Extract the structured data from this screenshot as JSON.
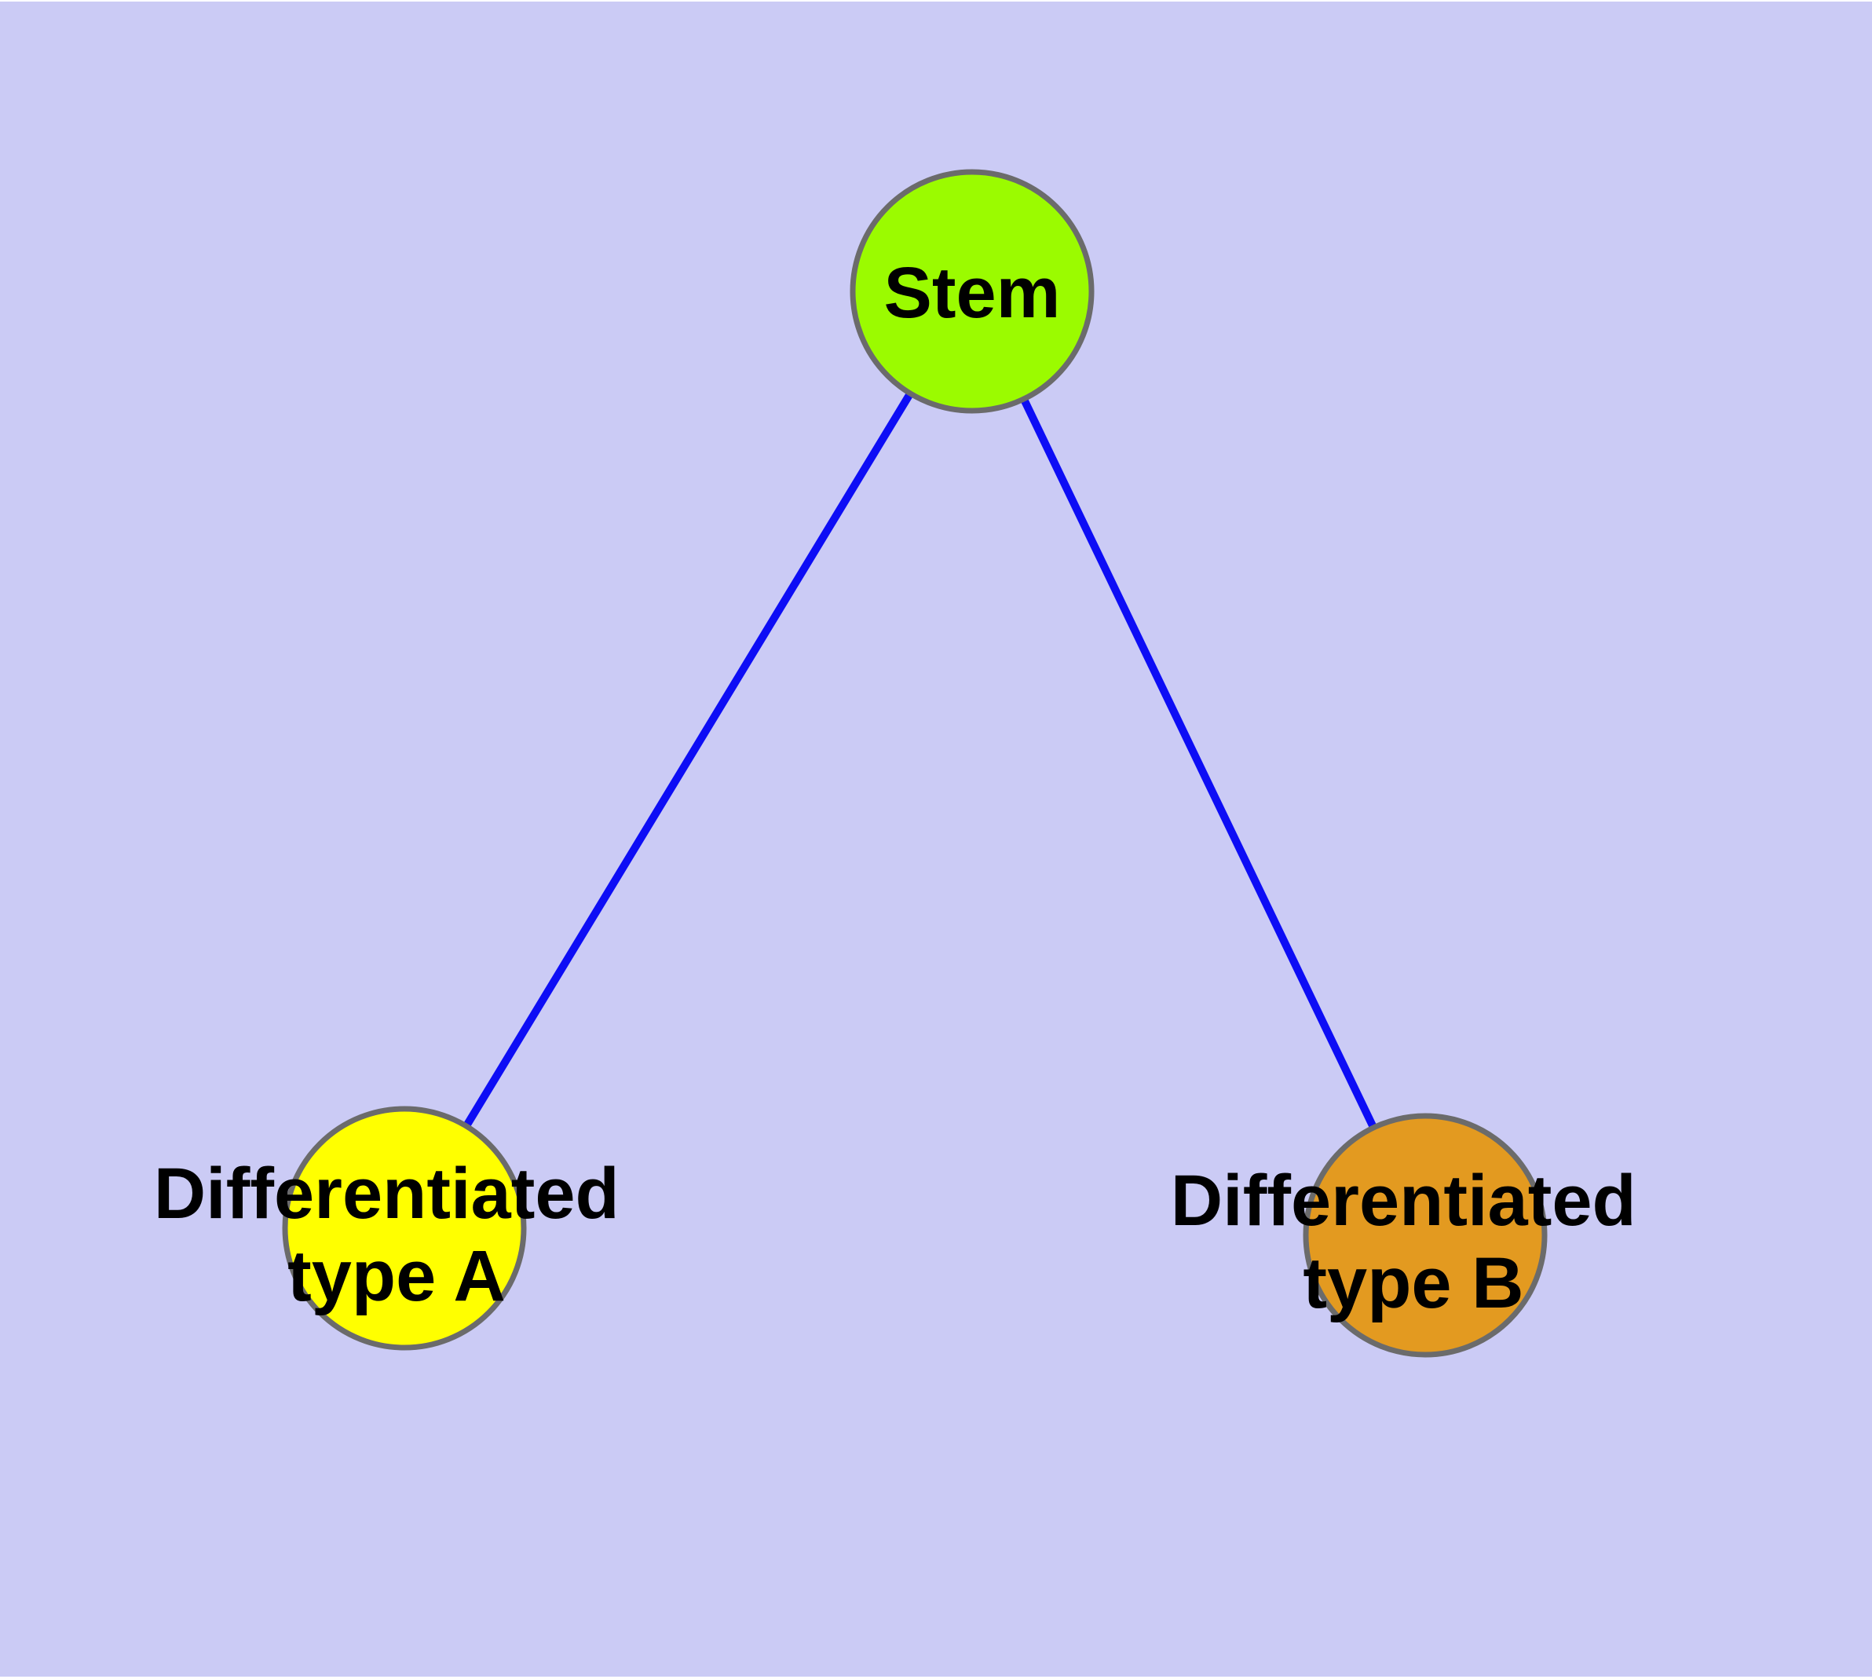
{
  "diagram": {
    "type": "network-graph",
    "background_color": "#cbcbf5",
    "margin_color": "#ffffff",
    "edge_color": "#0d0df5",
    "edge_width": 10,
    "node_border_color": "#6b6b6b",
    "node_border_width": 7,
    "label_color": "#000000",
    "nodes": [
      {
        "id": "stem",
        "label": "Stem",
        "fill": "#9bfb00"
      },
      {
        "id": "differentiated-type-a",
        "label": "Differentiated type A",
        "label_line1": "Differentiated",
        "label_line2": "type A",
        "fill": "#ffff00"
      },
      {
        "id": "differentiated-type-b",
        "label": "Differentiated type B",
        "label_line1": "Differentiated",
        "label_line2": "type B",
        "fill": "#e39a20"
      }
    ],
    "edges": [
      {
        "from": "Stem",
        "to": "Differentiated type A"
      },
      {
        "from": "Stem",
        "to": "Differentiated type B"
      }
    ]
  }
}
